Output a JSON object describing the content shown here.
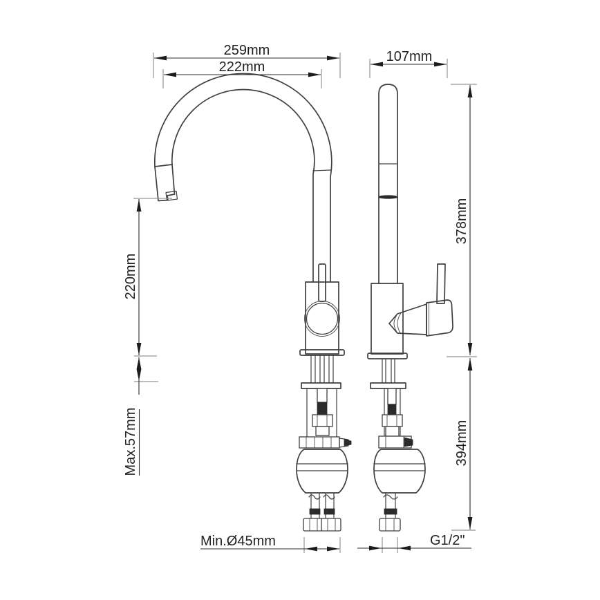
{
  "page": {
    "background": "#ffffff",
    "description": "Technical dimension drawing of a pull-out kitchen mixer tap, front and side elevation"
  },
  "drawing": {
    "colors": {
      "outline": "#3f3f3f",
      "dimension": "#2a2a2a",
      "extension": "#949494",
      "text": "#222222"
    },
    "views": {
      "front": {
        "name": "front-elevation"
      },
      "side": {
        "name": "side-elevation"
      }
    },
    "dimensions": {
      "spout_reach_outer": {
        "label": "259mm"
      },
      "spout_reach_inner": {
        "label": "222mm"
      },
      "side_depth": {
        "label": "107mm"
      },
      "height_above_deck": {
        "label": "378mm"
      },
      "height_below_deck": {
        "label": "394mm"
      },
      "spout_clearance": {
        "label": "220mm"
      },
      "max_deck_thickness": {
        "label": "Max.57mm"
      },
      "min_hole_diameter": {
        "label": "Min.Ø45mm"
      },
      "connection_thread": {
        "label": "G1/2\""
      }
    }
  }
}
